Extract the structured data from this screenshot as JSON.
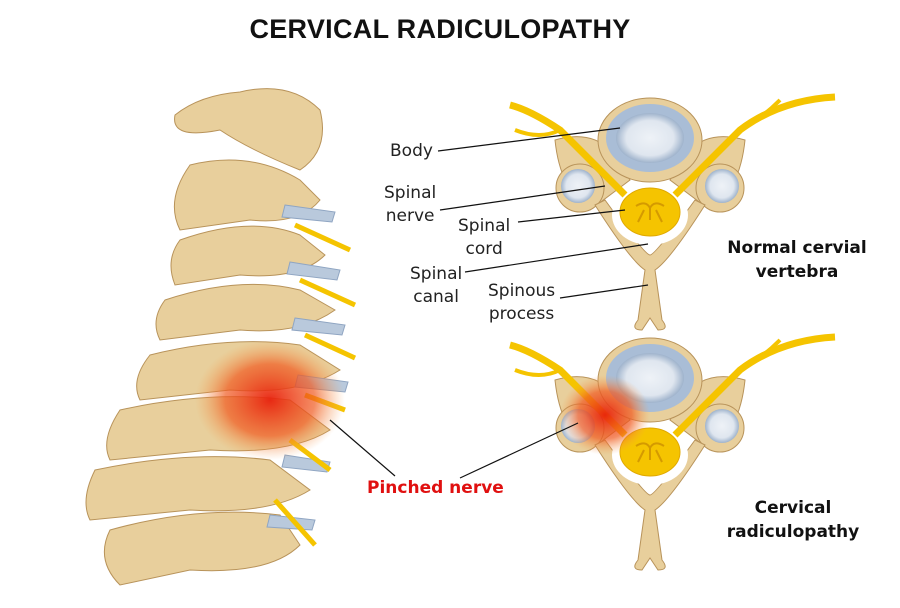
{
  "title": "CERVICAL RADICULOPATHY",
  "labels": {
    "body": "Body",
    "spinal_nerve": [
      "Spinal",
      "nerve"
    ],
    "spinal_cord": [
      "Spinal",
      "cord"
    ],
    "spinal_canal": [
      "Spinal",
      "canal"
    ],
    "spinous_process": [
      "Spinous",
      "process"
    ],
    "pinched_nerve": "Pinched nerve"
  },
  "captions": {
    "normal": [
      "Normal cervial",
      "vertebra"
    ],
    "radiculopathy": [
      "Cervical",
      "radiculopathy"
    ]
  },
  "colors": {
    "bone": "#e8cf9c",
    "bone_dark": "#b8935a",
    "disc": "#b9c9dc",
    "nerve": "#f5c400",
    "inflammation": "#e8341c",
    "highlight_text": "#e01010"
  }
}
